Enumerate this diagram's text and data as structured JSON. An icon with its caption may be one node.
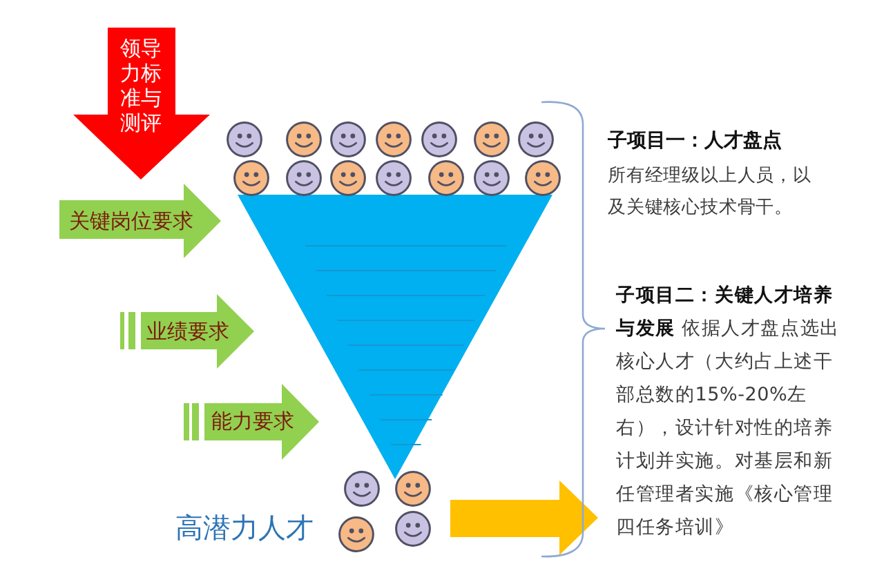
{
  "diagram": {
    "nodes": [
      {
        "text": [
          "领导力标准与测评"
        ]
      },
      {
        "text": [
          "关键岗位要求"
        ]
      },
      {
        "text": [
          "业绩要求"
        ]
      },
      {
        "text": [
          "能力要求"
        ]
      },
      {
        "text": [],
        "shape": "triangle"
      },
      {
        "text": [],
        "shape": "arrow"
      }
    ],
    "labels": [
      "子项目一：人才盘点",
      "所有经理级以上人员，以及关键核心技术骨干。",
      "**子项目二：关键人才培养与发展** 依据人才盘点选出核心人才（大约占上述干部总数的15%-20%左右），设计针对性的培养计划并实施。对基层和新任管理者实施《核心管理四任务培训》",
      "高潜力人才"
    ]
  }
}
